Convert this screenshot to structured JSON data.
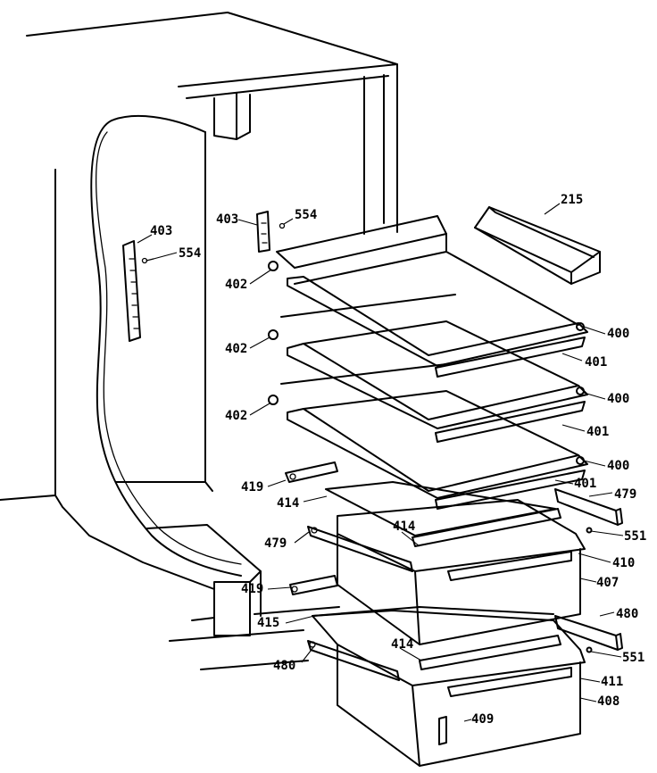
{
  "labels": {
    "215": "215",
    "400a": "400",
    "400b": "400",
    "400c": "400",
    "401a": "401",
    "401b": "401",
    "401c": "401",
    "402a": "402",
    "402b": "402",
    "402c": "402",
    "403a": "403",
    "403b": "403",
    "554a": "554",
    "554b": "554",
    "419a": "419",
    "419b": "419",
    "414a": "414",
    "414b": "414",
    "414c": "414",
    "479a": "479",
    "479b": "479",
    "551a": "551",
    "551b": "551",
    "410": "410",
    "407": "407",
    "480a": "480",
    "480b": "480",
    "415": "415",
    "411": "411",
    "408": "408",
    "409": "409"
  }
}
